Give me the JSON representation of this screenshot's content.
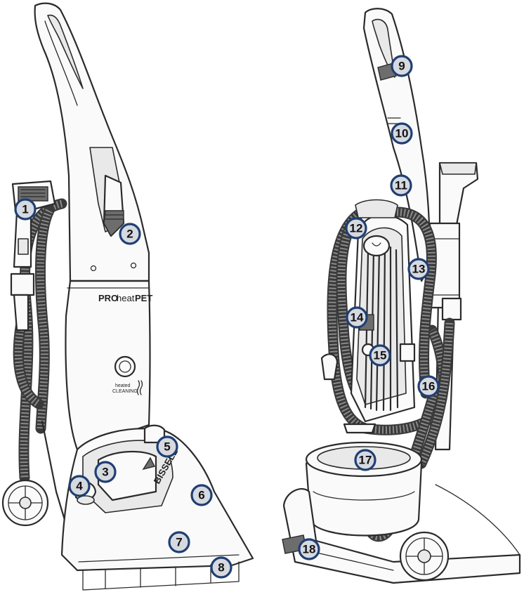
{
  "front_view": {
    "brand_label_pro": "PRO",
    "brand_label_heat": "heat",
    "brand_label_pet": "PET",
    "heated_label_top": "heated",
    "heated_label_bottom": "CLEANING",
    "nozzle_logo": "BISSELL"
  },
  "callouts": [
    {
      "id": "1"
    },
    {
      "id": "2"
    },
    {
      "id": "3"
    },
    {
      "id": "4"
    },
    {
      "id": "5"
    },
    {
      "id": "6"
    },
    {
      "id": "7"
    },
    {
      "id": "8"
    },
    {
      "id": "9"
    },
    {
      "id": "10"
    },
    {
      "id": "11"
    },
    {
      "id": "12"
    },
    {
      "id": "13"
    },
    {
      "id": "14"
    },
    {
      "id": "15"
    },
    {
      "id": "16"
    },
    {
      "id": "17"
    },
    {
      "id": "18"
    }
  ],
  "colors": {
    "callout_fill": "#d6d9df",
    "callout_ring": "#1f3f73",
    "line": "#2b2b2b"
  }
}
